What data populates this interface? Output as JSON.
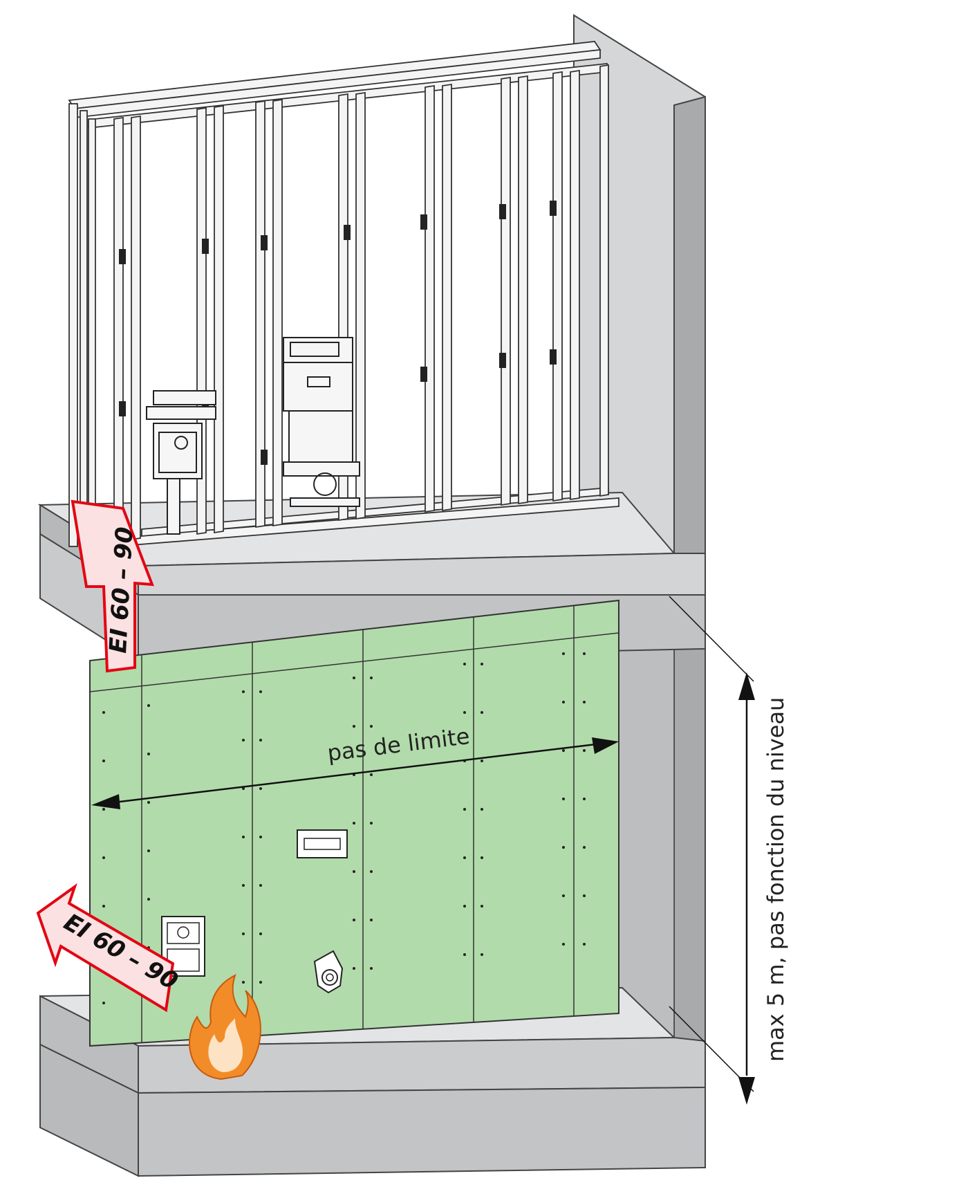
{
  "labels": {
    "width_note": "pas de limite",
    "height_note": "max 5 m, pas fonction du niveau",
    "rating_upper": "EI 60 – 90",
    "rating_lower": "EI 60 – 90"
  },
  "colors": {
    "slab": "#d2d3d5",
    "slab_dark": "#b6b7b9",
    "wall": "#c4c5c7",
    "panel": "#b2dbab",
    "frame": "#f2f2f2",
    "arrow_red": "#e30613",
    "flame": "#f28c28"
  }
}
